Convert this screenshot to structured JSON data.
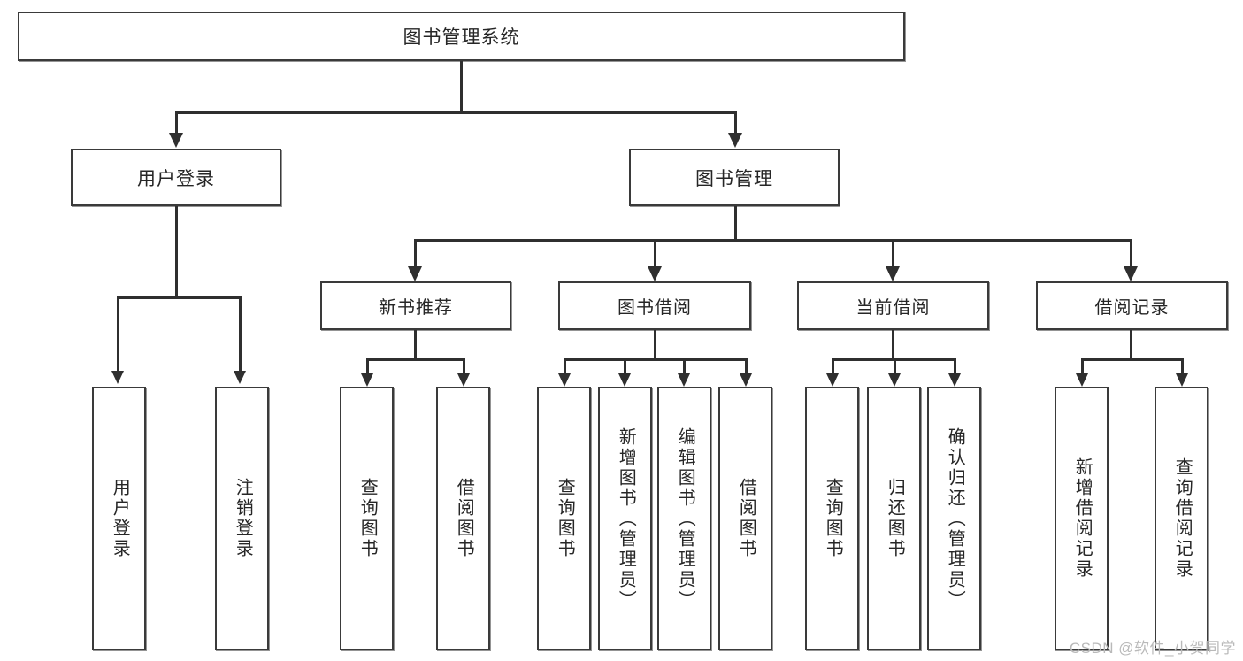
{
  "diagram": {
    "title": "图书管理系统",
    "type": "tree",
    "watermark": "CSDN @软件_小贺同学",
    "root": {
      "label": "图书管理系统"
    },
    "level1": [
      {
        "label": "用户登录"
      },
      {
        "label": "图书管理"
      }
    ],
    "level2": [
      {
        "label": "新书推荐"
      },
      {
        "label": "图书借阅"
      },
      {
        "label": "当前借阅"
      },
      {
        "label": "借阅记录"
      }
    ],
    "leaves": {
      "user_login": [
        {
          "label": "用户登录"
        },
        {
          "label": "注销登录"
        }
      ],
      "new_book": [
        {
          "label": "查询图书"
        },
        {
          "label": "借阅图书"
        }
      ],
      "book_borrow": [
        {
          "label": "查询图书"
        },
        {
          "label": "新增图书（管理员）"
        },
        {
          "label": "编辑图书（管理员）"
        },
        {
          "label": "借阅图书"
        }
      ],
      "current_borrow": [
        {
          "label": "查询图书"
        },
        {
          "label": "归还图书"
        },
        {
          "label": "确认归还（管理员）"
        }
      ],
      "borrow_record": [
        {
          "label": "新增借阅记录"
        },
        {
          "label": "查询借阅记录"
        }
      ]
    },
    "colors": {
      "border": "#3a3a3a",
      "line": "#2f2f2f",
      "text": "#262626",
      "background": "#ffffff",
      "watermark": "#b9b9b9"
    }
  }
}
